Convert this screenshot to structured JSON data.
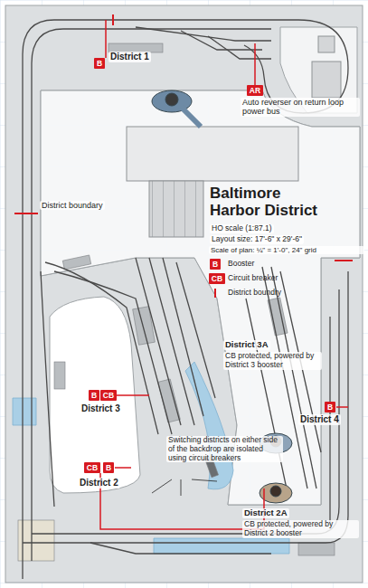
{
  "diagram": {
    "title": "Baltimore Harbor District",
    "nodes": [
      {
        "text": [
          "B"
        ]
      },
      {
        "text": [
          "AR"
        ]
      },
      {
        "text": [
          "B"
        ]
      },
      {
        "text": [
          "CB"
        ]
      },
      {
        "text": [
          "B"
        ]
      },
      {
        "text": [
          "CB"
        ]
      },
      {
        "text": [
          "B"
        ]
      },
      {
        "text": [
          "CB"
        ]
      },
      {
        "text": [
          "B"
        ]
      }
    ],
    "labels": [
      "District 1",
      "Auto reverser on return loop power bus",
      "District boundary",
      "HO scale (1:87.1)",
      "Layout size: 17'-6\" x 29'-6\"",
      "Scale of plan: ¼\" = 1'-0\", 24\" grid",
      "District 3A",
      "CB protected, powered by District 3 booster",
      "District 3",
      "District 4",
      "District 2",
      "Switching districts on either side of the backdrop are isolated using circuit breakers",
      "District 2A",
      "CB protected, powered by District 2 booster"
    ],
    "legend": [
      {
        "text": "Booster"
      },
      {
        "text": "Circuit breaker"
      },
      {
        "text": "District boundry"
      }
    ]
  }
}
